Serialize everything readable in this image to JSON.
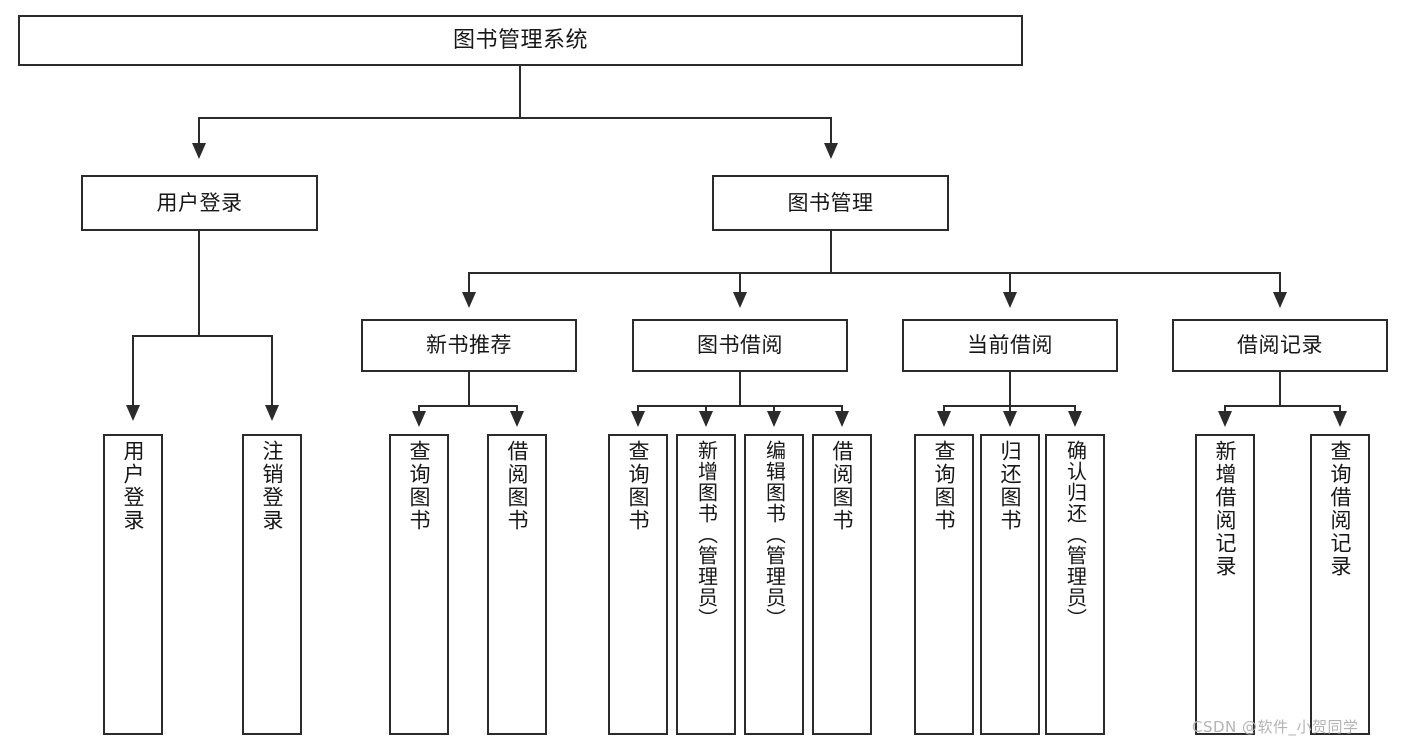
{
  "diagram": {
    "title": "图书管理系统",
    "type": "tree",
    "watermark": "CSDN @软件_小贺同学",
    "colors": {
      "border": "#2b2b2b",
      "text": "#171717",
      "background": "#ffffff",
      "watermark": "#b4b4b4"
    },
    "root": {
      "label": "图书管理系统"
    },
    "level2": [
      {
        "label": "用户登录"
      },
      {
        "label": "图书管理"
      }
    ],
    "level3": [
      {
        "label": "新书推荐"
      },
      {
        "label": "图书借阅"
      },
      {
        "label": "当前借阅"
      },
      {
        "label": "借阅记录"
      }
    ],
    "leaves": {
      "user_login": [
        {
          "label": "用户登录"
        },
        {
          "label": "注销登录"
        }
      ],
      "new_book_recommend": [
        {
          "label": "查询图书"
        },
        {
          "label": "借阅图书"
        }
      ],
      "book_borrow": [
        {
          "label": "查询图书"
        },
        {
          "label": "新增图书（管理员）"
        },
        {
          "label": "编辑图书（管理员）"
        },
        {
          "label": "借阅图书"
        }
      ],
      "current_borrow": [
        {
          "label": "查询图书"
        },
        {
          "label": "归还图书"
        },
        {
          "label": "确认归还（管理员）"
        }
      ],
      "borrow_record": [
        {
          "label": "新增借阅记录"
        },
        {
          "label": "查询借阅记录"
        }
      ]
    }
  }
}
